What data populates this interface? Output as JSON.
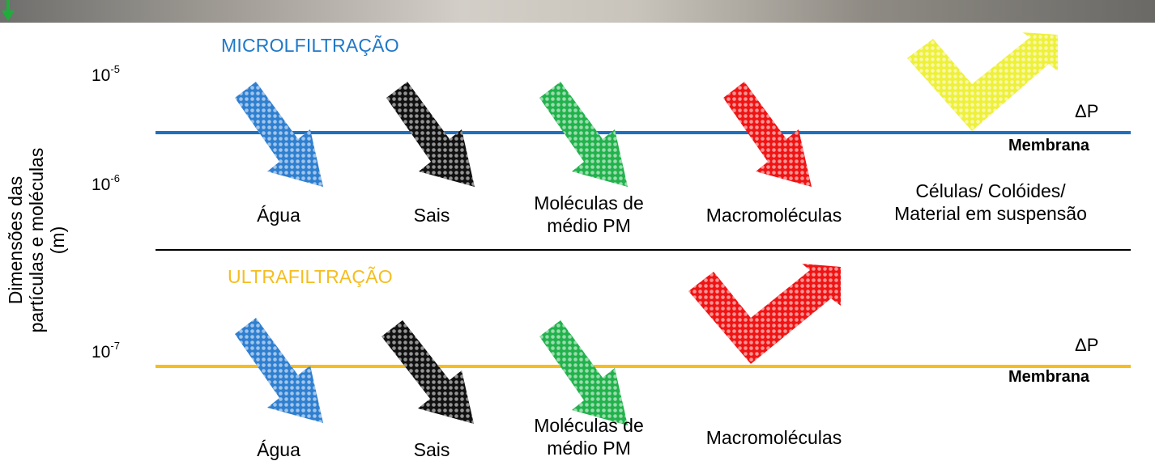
{
  "micro": {
    "title": "MICROLFILTRAÇÃO",
    "delta_p": "ΔP",
    "membrane": "Membrana",
    "labels": {
      "agua": "Água",
      "sais": "Sais",
      "moleculas_1": "Moléculas de",
      "moleculas_2": "médio PM",
      "macro": "Macromoléculas",
      "celulas_1": "Células/  Colóides/",
      "celulas_2": "Material em suspensão"
    }
  },
  "ultra": {
    "title": "ULTRAFILTRAÇÃO",
    "delta_p": "ΔP",
    "membrane": "Membrana",
    "labels": {
      "agua": "Água",
      "sais": "Sais",
      "moleculas_1": "Moléculas de",
      "moleculas_2": "médio PM",
      "macro": "Macromoléculas"
    }
  },
  "axis": {
    "ylabel_1": "Dimensões das",
    "ylabel_2": "partículas e moléculas",
    "ylabel_3": "(m)",
    "ticks": [
      {
        "base": "10",
        "exp": "-5"
      },
      {
        "base": "10",
        "exp": "-6"
      },
      {
        "base": "10",
        "exp": "-7"
      }
    ]
  },
  "colors": {
    "micro_line": "#1f6fbf",
    "ultra_line": "#f5bd1f",
    "agua": "#2f7fd0",
    "sais": "#111111",
    "moleculas": "#22b24c",
    "macro": "#f01414",
    "celulas": "#eef03a",
    "top_arrow": "#1fae3a"
  }
}
